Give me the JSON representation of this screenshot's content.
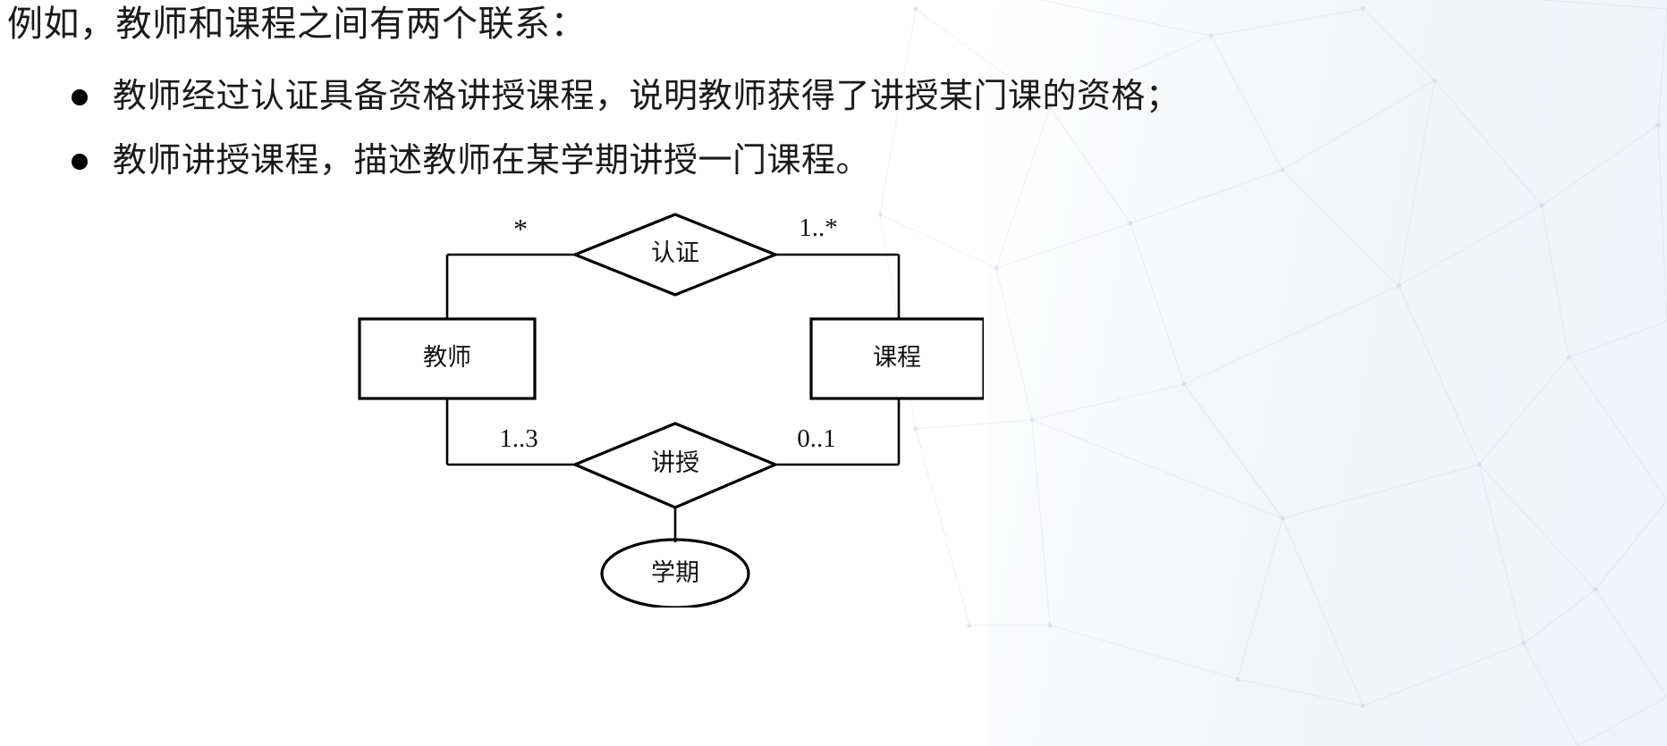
{
  "slide": {
    "lead_text": "例如，教师和课程之间有两个联系：",
    "bullets": [
      "教师经过认证具备资格讲授课程，说明教师获得了讲授某门课的资格；",
      "教师讲授课程，描述教师在某学期讲授一门课程。"
    ]
  },
  "diagram": {
    "type": "er-diagram",
    "entities": [
      {
        "id": "teacher",
        "label": "教师",
        "shape": "rectangle"
      },
      {
        "id": "course",
        "label": "课程",
        "shape": "rectangle"
      }
    ],
    "relationships": [
      {
        "id": "certify",
        "label": "认证",
        "shape": "diamond"
      },
      {
        "id": "teach",
        "label": "讲授",
        "shape": "diamond"
      }
    ],
    "attributes": [
      {
        "id": "semester",
        "label": "学期",
        "shape": "ellipse"
      }
    ],
    "cardinalities": {
      "teacher_certify": "*",
      "course_certify": "1..*",
      "teacher_teach": "1..3",
      "course_teach": "0..1"
    },
    "colors": {
      "stroke": "#000000",
      "fill": "#ffffff",
      "text": "#111111"
    }
  }
}
